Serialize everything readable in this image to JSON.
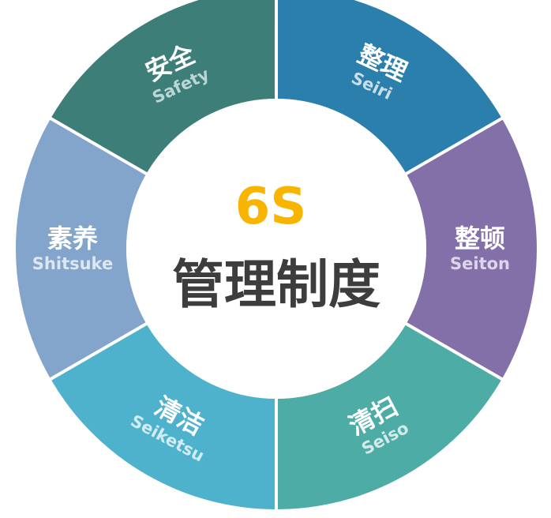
{
  "center": {
    "title": "6S",
    "subtitle": "管理制度",
    "title_color": "#f7b500",
    "subtitle_color": "#3d3d3d"
  },
  "segments": [
    {
      "id": "seiri",
      "label_cn": "整理",
      "label_en": "Seiri",
      "color": "#2a7fac",
      "en_color": "#c9dde9"
    },
    {
      "id": "seiton",
      "label_cn": "整顿",
      "label_en": "Seiton",
      "color": "#8470a9",
      "en_color": "#ddd6ea"
    },
    {
      "id": "seiso",
      "label_cn": "清扫",
      "label_en": "Seiso",
      "color": "#4eaca6",
      "en_color": "#d2ebe9"
    },
    {
      "id": "seiketsu",
      "label_cn": "清洁",
      "label_en": "Seiketsu",
      "color": "#4fb2cd",
      "en_color": "#d2ecf3"
    },
    {
      "id": "shitsuke",
      "label_cn": "素养",
      "label_en": "Shitsuke",
      "color": "#83a5cc",
      "en_color": "#dde7f2"
    },
    {
      "id": "safety",
      "label_cn": "安全",
      "label_en": "Safety",
      "color": "#3d7f78",
      "en_color": "#bcd6d3"
    }
  ]
}
